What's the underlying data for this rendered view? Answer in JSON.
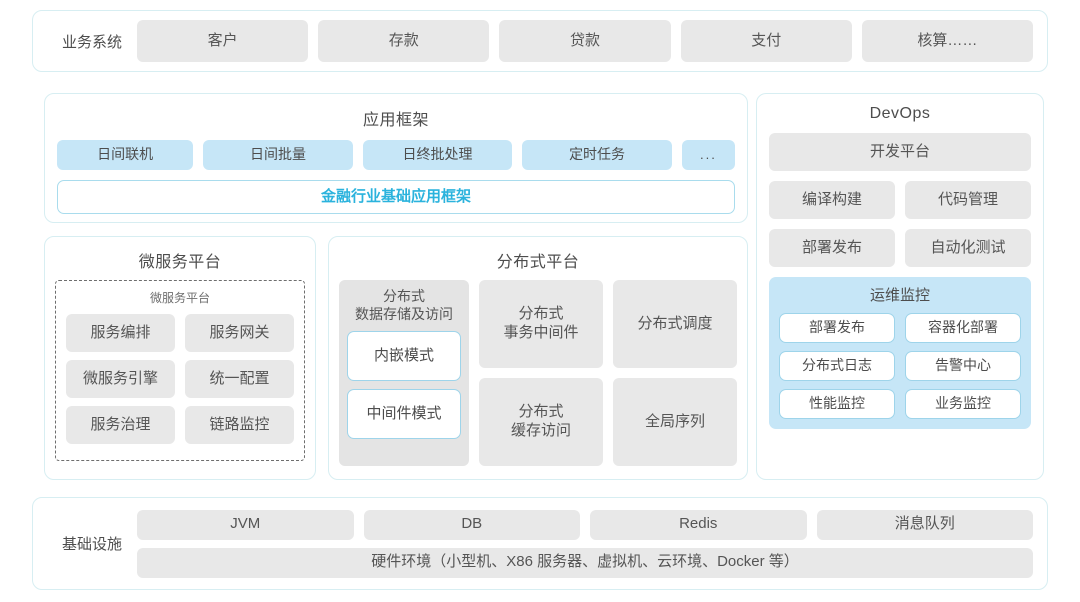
{
  "business_systems": {
    "label": "业务系统",
    "items": [
      "客户",
      "存款",
      "贷款",
      "支付",
      "核算……"
    ]
  },
  "app_framework": {
    "title": "应用框架",
    "chips": [
      "日间联机",
      "日间批量",
      "日终批处理",
      "定时任务",
      "..."
    ],
    "base": "金融行业基础应用框架"
  },
  "microservice": {
    "title": "微服务平台",
    "sub_title": "微服务平台",
    "items": [
      "服务编排",
      "服务网关",
      "微服务引擎",
      "统一配置",
      "服务治理",
      "链路监控"
    ]
  },
  "distributed": {
    "title": "分布式平台",
    "left_column": {
      "title": "分布式\n数据存储及访问",
      "modes": [
        "内嵌模式",
        "中间件模式"
      ]
    },
    "cells": [
      "分布式\n事务中间件",
      "分布式调度",
      "分布式\n缓存访问",
      "全局序列"
    ]
  },
  "devops": {
    "title": "DevOps",
    "platform": "开发平台",
    "items": [
      "编译构建",
      "代码管理",
      "部署发布",
      "自动化测试"
    ],
    "ops": {
      "title": "运维监控",
      "items": [
        "部署发布",
        "容器化部署",
        "分布式日志",
        "告警中心",
        "性能监控",
        "业务监控"
      ]
    }
  },
  "infrastructure": {
    "label": "基础设施",
    "items": [
      "JVM",
      "DB",
      "Redis",
      "消息队列"
    ],
    "hardware": "硬件环境（小型机、X86 服务器、虚拟机、云环境、Docker 等）"
  },
  "colors": {
    "panel_border": "#d7eef2",
    "chip_gray": "#e8e8e8",
    "chip_blue": "#c6e6f7",
    "accent_cyan": "#2bb3dd",
    "text": "#4d4d4d"
  }
}
